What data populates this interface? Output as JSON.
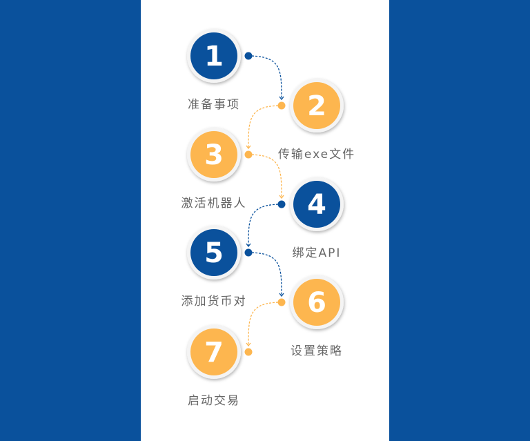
{
  "colors": {
    "blue": "#0a519c",
    "orange": "#fdb64f",
    "background": "#0a519c",
    "panel": "#ffffff"
  },
  "steps": [
    {
      "number": "1",
      "label": "准备事项",
      "color": "blue"
    },
    {
      "number": "2",
      "label": "传输exe文件",
      "color": "orange"
    },
    {
      "number": "3",
      "label": "激活机器人",
      "color": "orange"
    },
    {
      "number": "4",
      "label": "绑定API",
      "color": "blue"
    },
    {
      "number": "5",
      "label": "添加货币对",
      "color": "blue"
    },
    {
      "number": "6",
      "label": "设置策略",
      "color": "orange"
    },
    {
      "number": "7",
      "label": "启动交易",
      "color": "orange"
    }
  ]
}
